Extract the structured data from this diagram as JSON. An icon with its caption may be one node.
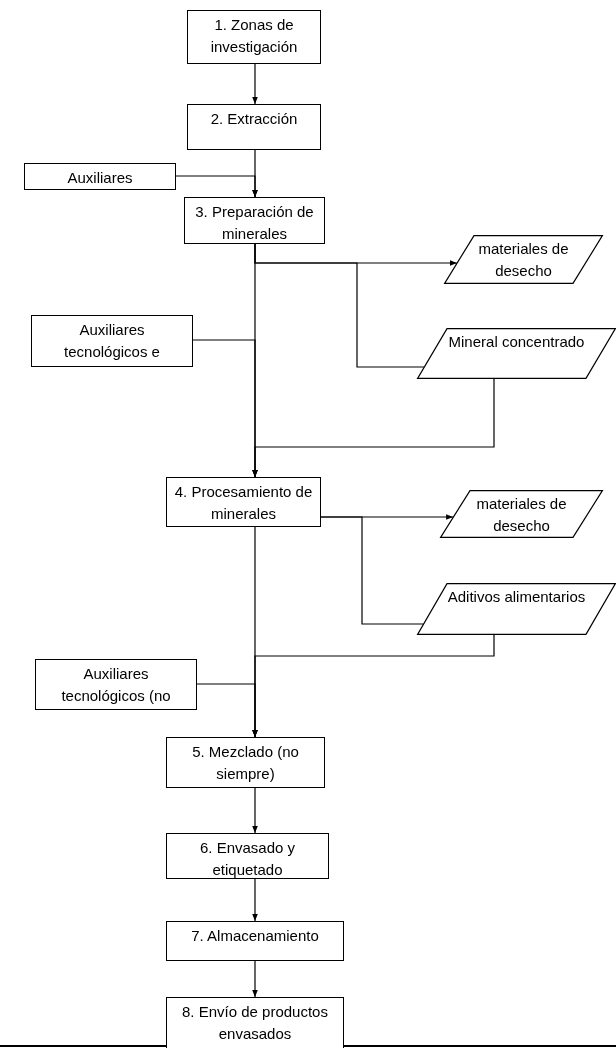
{
  "diagram": {
    "nodes": [
      {
        "text": [
          "1. Zonas de investigación"
        ]
      },
      {
        "text": [
          "2. Extracción"
        ]
      },
      {
        "text": [
          "Auxiliares"
        ]
      },
      {
        "text": [
          "3. Preparación de minerales"
        ]
      },
      {
        "text": [
          "materiales de desecho"
        ]
      },
      {
        "text": [
          "Auxiliares tecnológicos e"
        ]
      },
      {
        "text": [
          "Mineral concentrado"
        ]
      },
      {
        "text": [
          "4. Procesamiento de minerales"
        ]
      },
      {
        "text": [
          "materiales de desecho"
        ]
      },
      {
        "text": [
          "Aditivos alimentarios"
        ]
      },
      {
        "text": [
          "Auxiliares tecnológicos (no"
        ]
      },
      {
        "text": [
          "5. Mezclado (no siempre)"
        ]
      },
      {
        "text": [
          "6. Envasado y etiquetado"
        ]
      },
      {
        "text": [
          "7. Almacenamiento"
        ]
      },
      {
        "text": [
          "8. Envío de productos envasados"
        ]
      }
    ],
    "edges": [
      {
        "from": 0,
        "to": 1,
        "arrow": "to"
      },
      {
        "from": 1,
        "to": 3,
        "arrow": "to"
      },
      {
        "from": 2,
        "to": 3,
        "arrow": "to"
      },
      {
        "from": 3,
        "to": 4,
        "arrow": "to"
      },
      {
        "from": 3,
        "to": 6,
        "arrow": "none"
      },
      {
        "from": 6,
        "to": 7,
        "arrow": "to"
      },
      {
        "from": 5,
        "to": 7,
        "arrow": "to"
      },
      {
        "from": 3,
        "to": 7,
        "arrow": "to"
      },
      {
        "from": 7,
        "to": 8,
        "arrow": "to"
      },
      {
        "from": 7,
        "to": 9,
        "arrow": "none"
      },
      {
        "from": 9,
        "to": 11,
        "arrow": "to"
      },
      {
        "from": 10,
        "to": 11,
        "arrow": "to"
      },
      {
        "from": 7,
        "to": 11,
        "arrow": "to"
      },
      {
        "from": 11,
        "to": 12,
        "arrow": "to"
      },
      {
        "from": 12,
        "to": 13,
        "arrow": "to"
      },
      {
        "from": 13,
        "to": 14,
        "arrow": "to"
      }
    ]
  }
}
